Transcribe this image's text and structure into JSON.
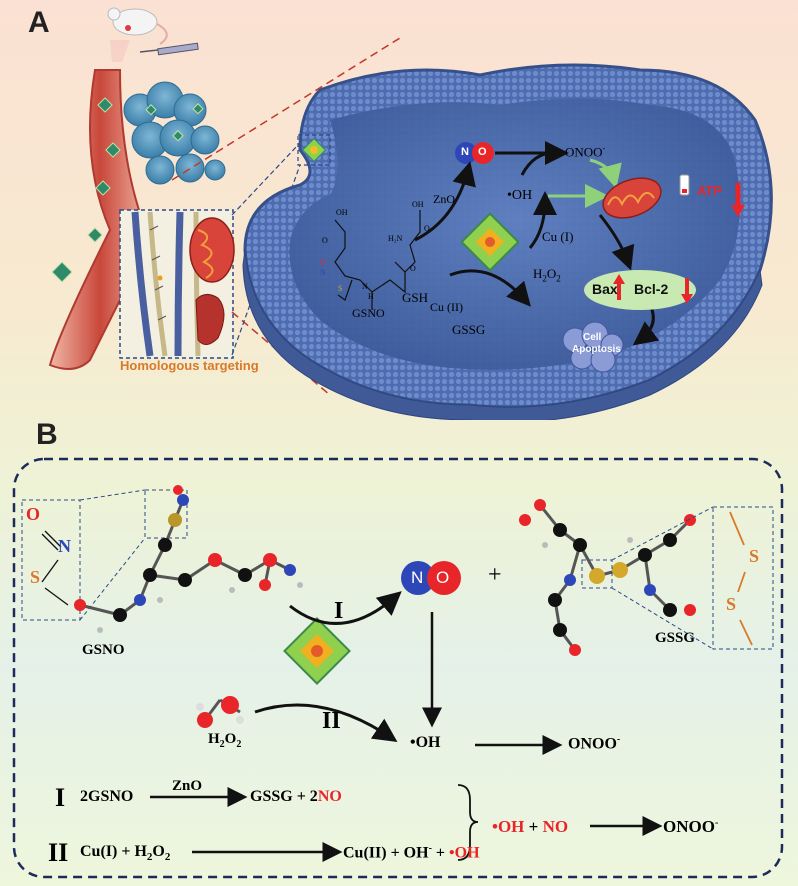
{
  "panels": {
    "a": "A",
    "b": "B"
  },
  "panelA": {
    "targeting_label": "Homologous targeting",
    "gsno_label": "GSNO",
    "zno": "ZnO",
    "no_n": "N",
    "no_o": "O",
    "onoo": "ONOO",
    "oh": "•OH",
    "cu1": "Cu (I)",
    "h2o2": "H",
    "gsh": "GSH",
    "cu2": "Cu (II)",
    "gssg": "GSSG",
    "atp": "ATP",
    "bax": "Bax",
    "bcl2": "Bcl-2",
    "apoptosis_1": "Cell",
    "apoptosis_2": "Apoptosis",
    "struct_oh1": "OH",
    "struct_oh2": "OH",
    "struct_o1": "O",
    "struct_o2": "O",
    "struct_nh2": "H₂N",
    "struct_nh": "H",
    "struct_n": "N",
    "struct_s": "S",
    "struct_o3": "O",
    "struct_hn": "N",
    "struct_o4": "O"
  },
  "panelB": {
    "gsno": "GSNO",
    "gssg": "GSSG",
    "h2o2_h": "H",
    "route_1": "I",
    "route_2": "II",
    "no_n": "N",
    "no_o": "O",
    "plus": "+",
    "oh": "•OH",
    "onoo": "ONOO",
    "zoom_o": "O",
    "zoom_n": "N",
    "zoom_s": "S",
    "zoom_s1": "S",
    "zoom_s2": "S",
    "eq1": {
      "num": "I",
      "lhs": "2GSNO",
      "cat": "ZnO",
      "rhs_a": "GSSG + 2",
      "rhs_b": "NO"
    },
    "eq2": {
      "num": "II",
      "lhs": "Cu(I) + H",
      "rhs_a": "Cu(II) + OH",
      "rhs_b": " + ",
      "rhs_c": "•OH"
    },
    "result": {
      "a": "•OH",
      "b": " + ",
      "c": "NO",
      "d": "ONOO"
    }
  },
  "colors": {
    "red": "#e8262a",
    "cell": "#4a6aa8",
    "orange": "#d9792a"
  }
}
